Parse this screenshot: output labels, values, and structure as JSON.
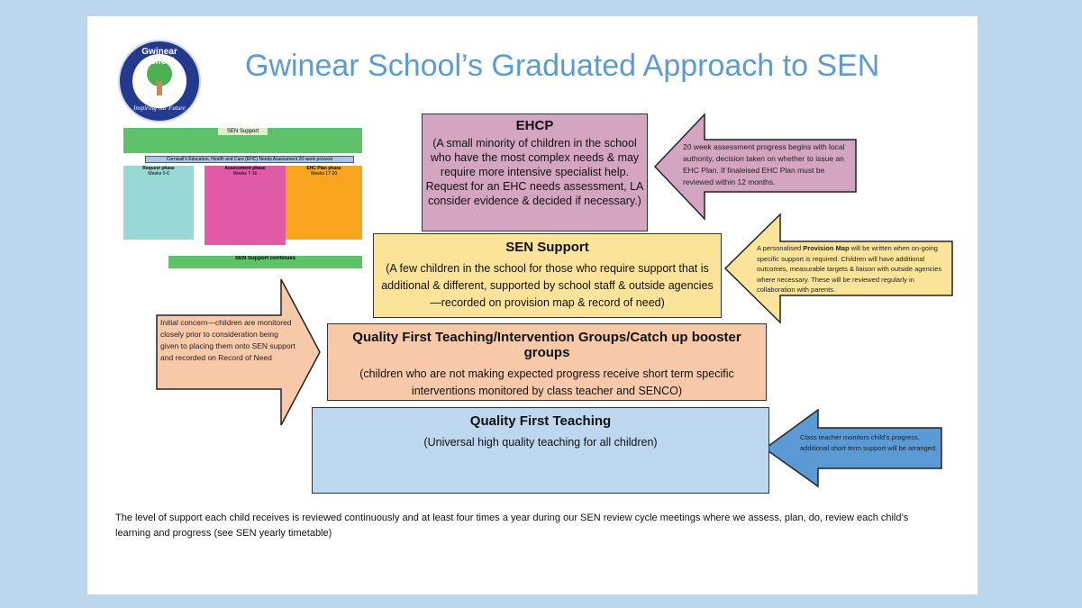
{
  "title": "Gwinear School’s Graduated Approach to SEN",
  "logo": {
    "name": "Gwinear School",
    "motto": "Inspiring our Future"
  },
  "inset": {
    "top": "SEN Support",
    "process": "Cornwall’s Education, Health and Care (EHC) Needs Assessment 20 week process",
    "phases": [
      {
        "name": "Request phase",
        "weeks": "Weeks 0-6"
      },
      {
        "name": "Assessment phase",
        "weeks": "Weeks 7-16"
      },
      {
        "name": "EHC Plan phase",
        "weeks": "Weeks 17-20"
      }
    ],
    "bottom": "SEN Support continues"
  },
  "levels": [
    {
      "title": "EHCP",
      "text": "(A small minority of children in the school who have the most complex needs & may require more intensive specialist help.  Request for an EHC needs assessment, LA consider evidence & decided if necessary.)",
      "note": "20 week assessment progress begins with local authority, decision taken on whether to issue an EHC Plan.  If finaleised EHC Plan must be reviewed within 12 months."
    },
    {
      "title": "SEN Support",
      "text": "(A few children in the  school for those who require support that is additional & different, supported by school staff & outside agencies—recorded on provision map  & record of need)",
      "note_pre": "A personalised ",
      "note_bold": "Provision Map",
      "note_post": " will be written when on-going specific support is required.  Children will have additional outcomes, measurable targets & liaison with outside agencies where necessary.  These will be reviewed regularly in collaboration with parents."
    },
    {
      "title": "Quality  First Teaching/Intervention Groups/Catch up booster groups",
      "text": "(children who are not making expected progress receive short term specific interventions monitored by class teacher and SENCO)",
      "note": "Initial concern—children are monitored closely prior to consideration being given to placing them onto SEN support and recorded on Record of Need"
    },
    {
      "title": "Quality First Teaching",
      "text": "(Universal high quality teaching for all children)",
      "note": "Class teacher monitors child’s progress, additional short term support will be arranged."
    }
  ],
  "footer": "The level of support each child receives is reviewed continuously and at least four times a year during our SEN review cycle meetings where we assess, plan, do, review each child’s learning and progress (see SEN yearly timetable)"
}
